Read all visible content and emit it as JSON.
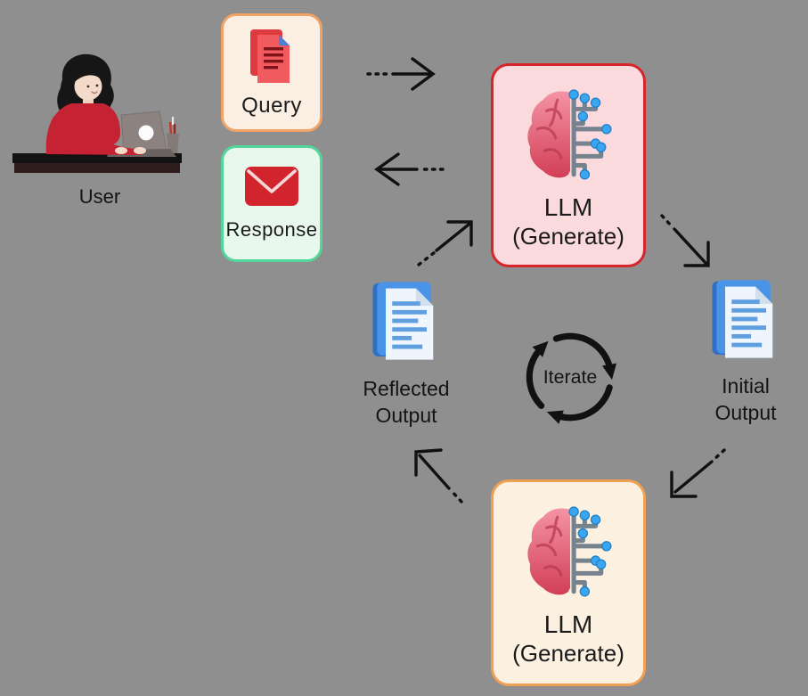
{
  "background_color": "#8F8F8F",
  "arrow_color": "#111111",
  "nodes": {
    "user": {
      "label": "User"
    },
    "query": {
      "label": "Query",
      "bg": "#FBEFE3",
      "border": "#F1A365",
      "icon": "red-documents-icon"
    },
    "response": {
      "label": "Response",
      "bg": "#E9F8EC",
      "border": "#52D79B",
      "icon": "red-envelope-icon"
    },
    "llm_generate_top": {
      "title": "LLM",
      "subtitle": "(Generate)",
      "bg": "#FADADD",
      "border": "#D5262C",
      "icon": "brain-circuit-icon"
    },
    "llm_generate_bottom": {
      "title": "LLM",
      "subtitle": "(Generate)",
      "bg": "#FCF0E0",
      "border": "#F0A053",
      "icon": "brain-circuit-icon"
    },
    "reflected_output": {
      "line1": "Reflected",
      "line2": "Output",
      "icon": "blue-document-icon"
    },
    "initial_output": {
      "line1": "Initial",
      "line2": "Output",
      "icon": "blue-document-icon"
    },
    "iterate": {
      "label": "Iterate"
    }
  },
  "edges": [
    {
      "from": "query",
      "to": "llm_generate_top",
      "style": "dotted-then-solid"
    },
    {
      "from": "llm_generate_top",
      "to": "response",
      "style": "dotted-then-solid"
    },
    {
      "from": "llm_generate_top",
      "to": "initial_output",
      "style": "dotted-then-solid"
    },
    {
      "from": "initial_output",
      "to": "llm_generate_bottom",
      "style": "dotted-then-solid"
    },
    {
      "from": "llm_generate_bottom",
      "to": "reflected_output",
      "style": "dotted-then-solid"
    },
    {
      "from": "reflected_output",
      "to": "llm_generate_top",
      "style": "dotted-then-solid"
    },
    {
      "from": "reflected_output",
      "to": "initial_output",
      "style": "iterate-cycle"
    }
  ]
}
